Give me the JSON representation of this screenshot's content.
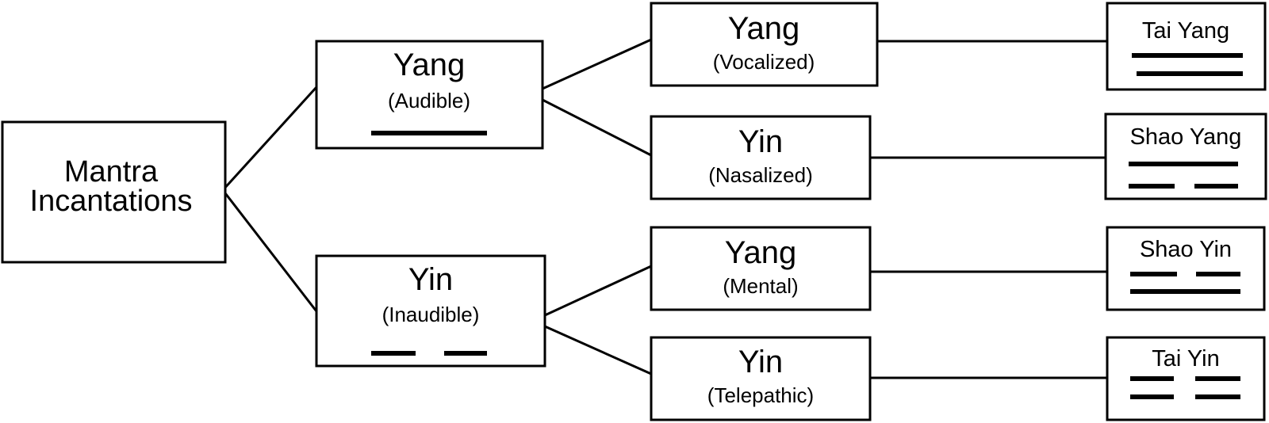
{
  "root": {
    "line1": "Mantra",
    "line2": "Incantations"
  },
  "level1": [
    {
      "title": "Yang",
      "subtitle": "(Audible)",
      "lines": [
        "solid"
      ]
    },
    {
      "title": "Yin",
      "subtitle": "(Inaudible)",
      "lines": [
        "broken"
      ]
    }
  ],
  "level2": [
    {
      "title": "Yang",
      "subtitle": "(Vocalized)"
    },
    {
      "title": "Yin",
      "subtitle": "(Nasalized)"
    },
    {
      "title": "Yang",
      "subtitle": "(Mental)"
    },
    {
      "title": "Yin",
      "subtitle": "(Telepathic)"
    }
  ],
  "leaves": [
    {
      "label": "Tai Yang",
      "lines": [
        "solid",
        "solid"
      ]
    },
    {
      "label": "Shao Yang",
      "lines": [
        "solid",
        "broken"
      ]
    },
    {
      "label": "Shao Yin",
      "lines": [
        "broken",
        "solid"
      ]
    },
    {
      "label": "Tai Yin",
      "lines": [
        "broken",
        "broken"
      ]
    }
  ],
  "colors": {
    "stroke": "#000000",
    "background": "#ffffff"
  }
}
